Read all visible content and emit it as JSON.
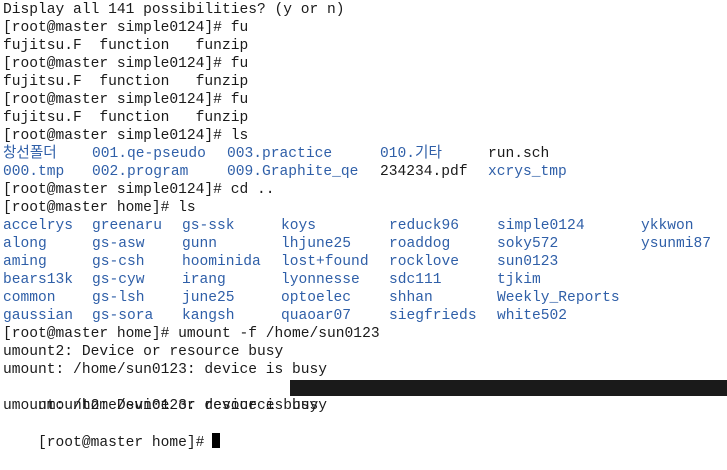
{
  "terminal": {
    "line1": "Display all 141 possibilities? (y or n)",
    "line2": "[root@master simple0124]# fu",
    "line3": "fujitsu.F  function   funzip",
    "line4": "[root@master simple0124]# fu",
    "line5": "fujitsu.F  function   funzip",
    "line6": "[root@master simple0124]# fu",
    "line7": "fujitsu.F  function   funzip",
    "line8": "[root@master simple0124]# ls",
    "ls1": {
      "a": "창선폴더",
      "b": "001.qe-pseudo",
      "c": "003.practice",
      "d": "010.기타",
      "e": "run.sch"
    },
    "ls2": {
      "a": "000.tmp",
      "b": "002.program",
      "c": "009.Graphite_qe",
      "d": "234234.pdf",
      "e": "xcrys_tmp"
    },
    "line11": "[root@master simple0124]# cd ..",
    "line12": "[root@master home]# ls",
    "home_ls": [
      [
        "accelrys",
        "greenaru",
        "gs-ssk",
        "koys",
        "reduck96",
        "simple0124",
        "ykkwon"
      ],
      [
        "along",
        "gs-asw",
        "gunn",
        "lhjune25",
        "roaddog",
        "soky572",
        "ysunmi87"
      ],
      [
        "aming",
        "gs-csh",
        "hoominida",
        "lost+found",
        "rocklove",
        "sun0123",
        ""
      ],
      [
        "bears13k",
        "gs-cyw",
        "irang",
        "lyonnesse",
        "sdc111",
        "tjkim",
        ""
      ],
      [
        "common",
        "gs-lsh",
        "june25",
        "optoelec",
        "shhan",
        "Weekly_Reports",
        ""
      ],
      [
        "gaussian",
        "gs-sora",
        "kangsh",
        "quaoar07",
        "siegfrieds",
        "white502",
        ""
      ]
    ],
    "line19": "[root@master home]# umount -f /home/sun0123",
    "line20": "umount2: Device or resource busy",
    "line21": "umount: /home/sun0123: device is busy",
    "line22": "umount2: Device or resource busy",
    "line23": "umount: /home/sun0123: device is busy",
    "line24": "[root@master home]#"
  }
}
